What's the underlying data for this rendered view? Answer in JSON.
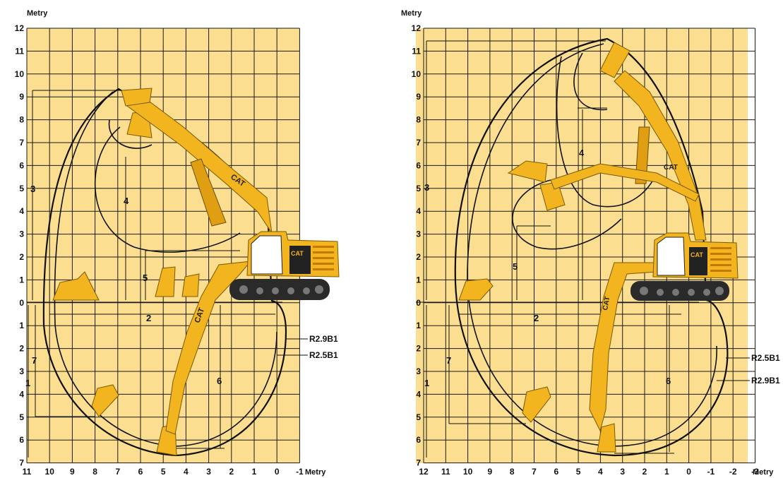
{
  "charts": [
    {
      "unit_top": "Metry",
      "unit_bottom": "Metry",
      "x_ticks": [
        "11",
        "10",
        "9",
        "8",
        "7",
        "6",
        "5",
        "4",
        "3",
        "2",
        "1",
        "0",
        "-1"
      ],
      "y_ticks": [
        "12",
        "11",
        "10",
        "9",
        "8",
        "7",
        "6",
        "5",
        "4",
        "3",
        "2",
        "1",
        "0",
        "1",
        "2",
        "3",
        "4",
        "5",
        "6",
        "7"
      ],
      "dims": [
        "1",
        "2",
        "3",
        "4",
        "5",
        "6",
        "7"
      ],
      "arm_labels": [
        "R2.9B1",
        "R2.5B1"
      ],
      "logo_text": "CAT"
    },
    {
      "unit_top": "Metry",
      "unit_bottom": "Metry",
      "x_ticks": [
        "12",
        "11",
        "10",
        "9",
        "8",
        "7",
        "6",
        "5",
        "4",
        "3",
        "2",
        "1",
        "0",
        "-1",
        "-2",
        "-3"
      ],
      "y_ticks": [
        "12",
        "11",
        "10",
        "9",
        "8",
        "7",
        "6",
        "5",
        "4",
        "3",
        "2",
        "1",
        "0",
        "1",
        "2",
        "3",
        "4",
        "5",
        "6",
        "7"
      ],
      "dims": [
        "1",
        "2",
        "3",
        "4",
        "5",
        "6",
        "7"
      ],
      "arm_labels": [
        "R2.5B1",
        "R2.9B1"
      ],
      "logo_text": "CAT"
    }
  ],
  "colors": {
    "grid_bg": "#fbde8f",
    "machine": "#f3b51f",
    "outline": "#111111"
  }
}
